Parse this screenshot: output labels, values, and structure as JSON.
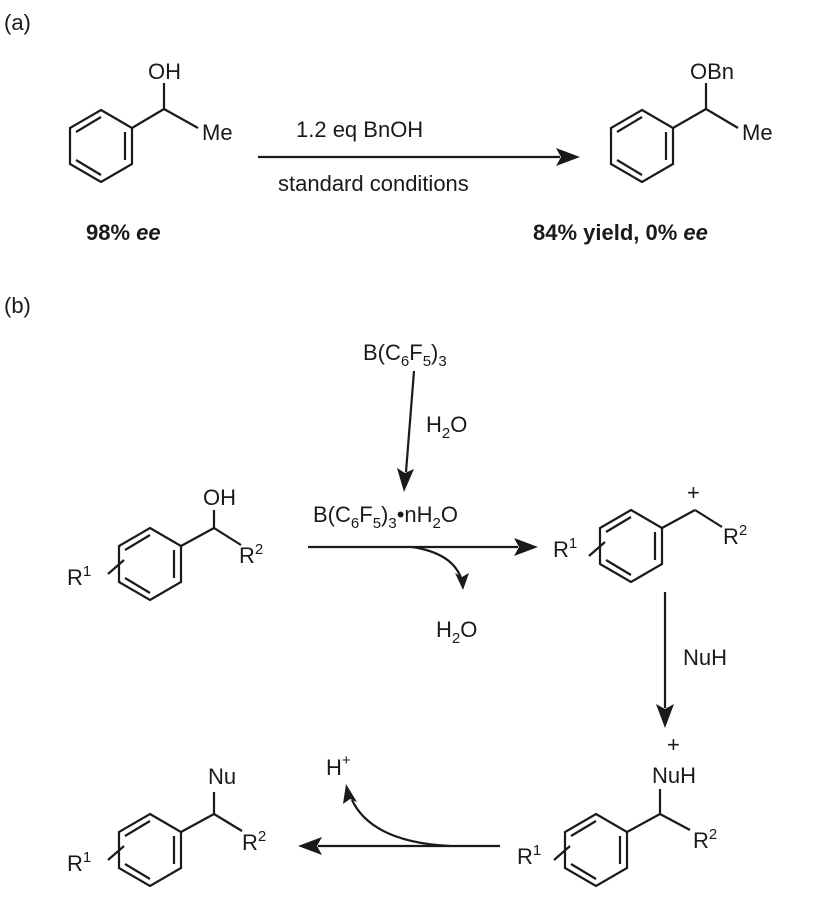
{
  "panel_a": {
    "label": "(a)",
    "sm_oh": "OH",
    "sm_me": "Me",
    "sm_ee_num": "98% ",
    "sm_ee_unit": "ee",
    "reagent_top": "1.2 eq BnOH",
    "reagent_bottom": "standard conditions",
    "prod_obn": "OBn",
    "prod_me": "Me",
    "prod_yield": "84% yield, 0% ",
    "prod_ee_unit": "ee"
  },
  "panel_b": {
    "label": "(b)",
    "catalyst": {
      "base": "B(C",
      "sub1": "6",
      "mid": "F",
      "sub2": "5",
      "close": ")",
      "sub3": "3"
    },
    "water": {
      "base": "H",
      "sub": "2",
      "tail": "O"
    },
    "hydrate": {
      "base": "B(C",
      "sub1": "6",
      "mid": "F",
      "sub2": "5",
      "close": ")",
      "sub3": "3",
      "tail": "•nH",
      "sub4": "2",
      "tail2": "O"
    },
    "released_water": {
      "base": "H",
      "sub": "2",
      "tail": "O"
    },
    "oh": "OH",
    "r1": "R",
    "r1_sup": "1",
    "r2": "R",
    "r2_sup": "2",
    "cation_charge": "+",
    "nucleophile": "NuH",
    "oxonium_charge": "+",
    "oxonium_label": "NuH",
    "proton": "H",
    "proton_charge": "+",
    "nu": "Nu"
  }
}
